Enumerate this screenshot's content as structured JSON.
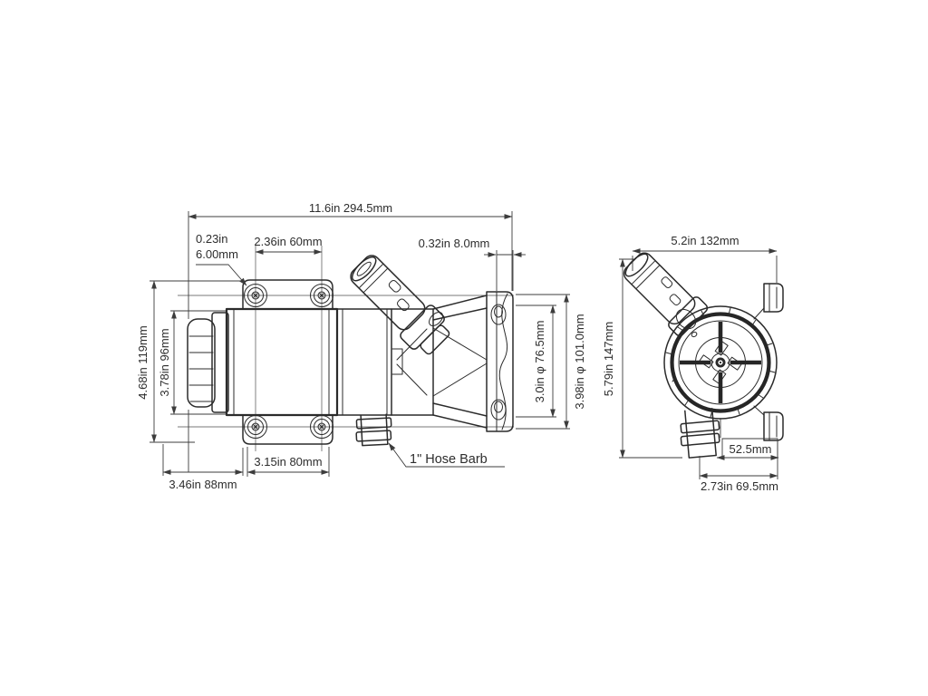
{
  "page": {
    "background": "#ffffff",
    "line_color": "#2b2b2b",
    "text_color": "#2d2d2d"
  },
  "side_view": {
    "overall_length": "11.6in 294.5mm",
    "mount_hole_offset_line1": "0.23in",
    "mount_hole_offset_line2": "6.00mm",
    "top_hole_spacing": "2.36in 60mm",
    "flange_thickness": "0.32in 8.0mm",
    "bracket_height": "4.68in 119mm",
    "motor_height": "3.78in 96mm",
    "bottom_hole_spacing": "3.15in 80mm",
    "motor_length": "3.46in 88mm",
    "port_inner_diameter": "3.0in φ 76.5mm",
    "port_outer_diameter": "3.98in φ 101.0mm",
    "hose_barb_label": "1\" Hose Barb"
  },
  "front_view": {
    "overall_width": "5.2in 132mm",
    "overall_height": "5.79in 147mm",
    "center_to_mount_edge": "52.5mm",
    "barb_to_mount_edge": "2.73in 69.5mm"
  }
}
